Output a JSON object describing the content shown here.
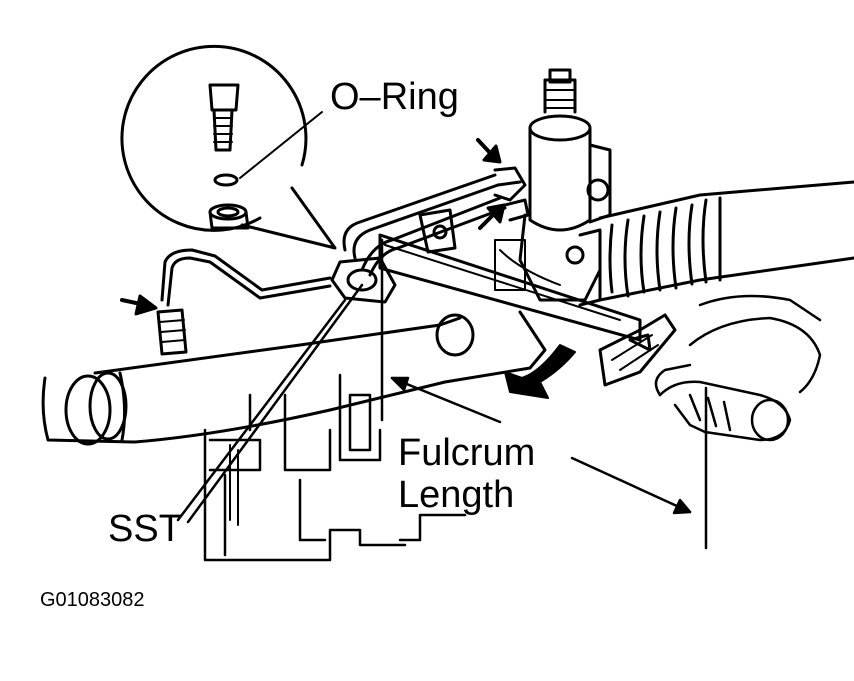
{
  "figure": {
    "labels": {
      "o_ring": "O–Ring",
      "fulcrum_line1": "Fulcrum",
      "fulcrum_line2": "Length",
      "sst": "SST"
    },
    "figure_id": "G01083082"
  },
  "colors": {
    "ink": "#000000",
    "paper": "#ffffff"
  }
}
